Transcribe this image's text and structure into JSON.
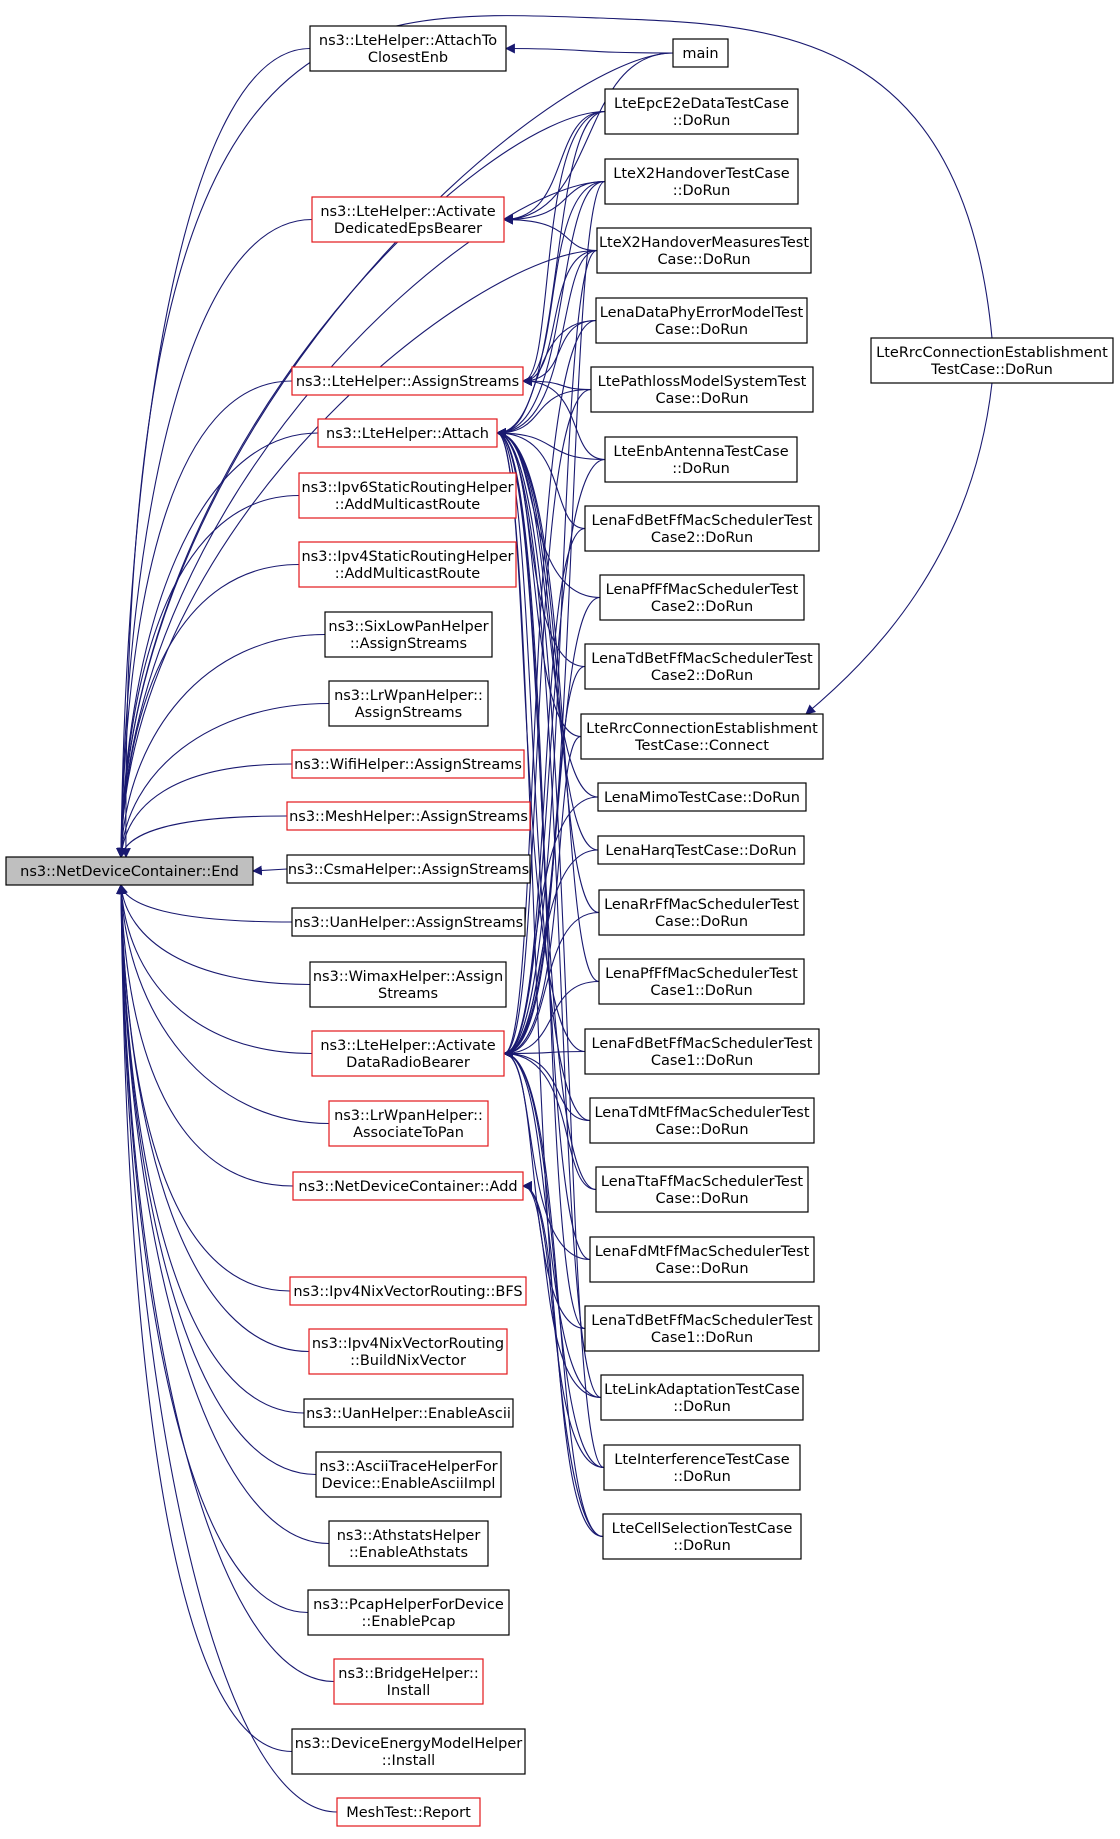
{
  "graph": {
    "nodes": [
      {
        "id": "n00",
        "lines": [
          "ns3::NetDeviceContainer::End"
        ],
        "style": "gray"
      },
      {
        "id": "n01",
        "lines": [
          "ns3::LteHelper::AttachTo",
          "ClosestEnb"
        ],
        "style": "black"
      },
      {
        "id": "n02",
        "lines": [
          "ns3::LteHelper::Activate",
          "DedicatedEpsBearer"
        ],
        "style": "red"
      },
      {
        "id": "n03",
        "lines": [
          "ns3::LteHelper::AssignStreams"
        ],
        "style": "red"
      },
      {
        "id": "n04",
        "lines": [
          "ns3::LteHelper::Attach"
        ],
        "style": "red"
      },
      {
        "id": "n05",
        "lines": [
          "ns3::Ipv6StaticRoutingHelper",
          "::AddMulticastRoute"
        ],
        "style": "red"
      },
      {
        "id": "n06",
        "lines": [
          "ns3::Ipv4StaticRoutingHelper",
          "::AddMulticastRoute"
        ],
        "style": "red"
      },
      {
        "id": "n07",
        "lines": [
          "ns3::SixLowPanHelper",
          "::AssignStreams"
        ],
        "style": "black"
      },
      {
        "id": "n08",
        "lines": [
          "ns3::LrWpanHelper::",
          "AssignStreams"
        ],
        "style": "black"
      },
      {
        "id": "n09",
        "lines": [
          "ns3::WifiHelper::AssignStreams"
        ],
        "style": "red"
      },
      {
        "id": "n10",
        "lines": [
          "ns3::MeshHelper::AssignStreams"
        ],
        "style": "red"
      },
      {
        "id": "n11",
        "lines": [
          "ns3::CsmaHelper::AssignStreams"
        ],
        "style": "black"
      },
      {
        "id": "n12",
        "lines": [
          "ns3::UanHelper::AssignStreams"
        ],
        "style": "black"
      },
      {
        "id": "n13",
        "lines": [
          "ns3::WimaxHelper::Assign",
          "Streams"
        ],
        "style": "black"
      },
      {
        "id": "n14",
        "lines": [
          "ns3::LteHelper::Activate",
          "DataRadioBearer"
        ],
        "style": "red"
      },
      {
        "id": "n15",
        "lines": [
          "ns3::LrWpanHelper::",
          "AssociateToPan"
        ],
        "style": "red"
      },
      {
        "id": "n16",
        "lines": [
          "ns3::NetDeviceContainer::Add"
        ],
        "style": "red"
      },
      {
        "id": "n17",
        "lines": [
          "ns3::Ipv4NixVectorRouting::BFS"
        ],
        "style": "red"
      },
      {
        "id": "n18",
        "lines": [
          "ns3::Ipv4NixVectorRouting",
          "::BuildNixVector"
        ],
        "style": "red"
      },
      {
        "id": "n19",
        "lines": [
          "ns3::UanHelper::EnableAscii"
        ],
        "style": "black"
      },
      {
        "id": "n20",
        "lines": [
          "ns3::AsciiTraceHelperFor",
          "Device::EnableAsciiImpl"
        ],
        "style": "black"
      },
      {
        "id": "n21",
        "lines": [
          "ns3::AthstatsHelper",
          "::EnableAthstats"
        ],
        "style": "black"
      },
      {
        "id": "n22",
        "lines": [
          "ns3::PcapHelperForDevice",
          "::EnablePcap"
        ],
        "style": "black"
      },
      {
        "id": "n23",
        "lines": [
          "ns3::BridgeHelper::",
          "Install"
        ],
        "style": "red"
      },
      {
        "id": "n24",
        "lines": [
          "ns3::DeviceEnergyModelHelper",
          "::Install"
        ],
        "style": "black"
      },
      {
        "id": "n25",
        "lines": [
          "MeshTest::Report"
        ],
        "style": "red"
      },
      {
        "id": "t00",
        "lines": [
          "main"
        ],
        "style": "black"
      },
      {
        "id": "t01",
        "lines": [
          "LteEpcE2eDataTestCase",
          "::DoRun"
        ],
        "style": "black"
      },
      {
        "id": "t02",
        "lines": [
          "LteX2HandoverTestCase",
          "::DoRun"
        ],
        "style": "black"
      },
      {
        "id": "t03",
        "lines": [
          "LteX2HandoverMeasuresTest",
          "Case::DoRun"
        ],
        "style": "black"
      },
      {
        "id": "t04",
        "lines": [
          "LenaDataPhyErrorModelTest",
          "Case::DoRun"
        ],
        "style": "black"
      },
      {
        "id": "t05",
        "lines": [
          "LtePathlossModelSystemTest",
          "Case::DoRun"
        ],
        "style": "black"
      },
      {
        "id": "t06",
        "lines": [
          "LteEnbAntennaTestCase",
          "::DoRun"
        ],
        "style": "black"
      },
      {
        "id": "t07",
        "lines": [
          "LenaFdBetFfMacSchedulerTest",
          "Case2::DoRun"
        ],
        "style": "black"
      },
      {
        "id": "t08",
        "lines": [
          "LenaPfFfMacSchedulerTest",
          "Case2::DoRun"
        ],
        "style": "black"
      },
      {
        "id": "t09",
        "lines": [
          "LenaTdBetFfMacSchedulerTest",
          "Case2::DoRun"
        ],
        "style": "black"
      },
      {
        "id": "t10",
        "lines": [
          "LteRrcConnectionEstablishment",
          "TestCase::Connect"
        ],
        "style": "black"
      },
      {
        "id": "t11",
        "lines": [
          "LenaMimoTestCase::DoRun"
        ],
        "style": "black"
      },
      {
        "id": "t12",
        "lines": [
          "LenaHarqTestCase::DoRun"
        ],
        "style": "black"
      },
      {
        "id": "t13",
        "lines": [
          "LenaRrFfMacSchedulerTest",
          "Case::DoRun"
        ],
        "style": "black"
      },
      {
        "id": "t14",
        "lines": [
          "LenaPfFfMacSchedulerTest",
          "Case1::DoRun"
        ],
        "style": "black"
      },
      {
        "id": "t15",
        "lines": [
          "LenaFdBetFfMacSchedulerTest",
          "Case1::DoRun"
        ],
        "style": "black"
      },
      {
        "id": "t16",
        "lines": [
          "LenaTdMtFfMacSchedulerTest",
          "Case::DoRun"
        ],
        "style": "black"
      },
      {
        "id": "t17",
        "lines": [
          "LenaTtaFfMacSchedulerTest",
          "Case::DoRun"
        ],
        "style": "black"
      },
      {
        "id": "t18",
        "lines": [
          "LenaFdMtFfMacSchedulerTest",
          "Case::DoRun"
        ],
        "style": "black"
      },
      {
        "id": "t19",
        "lines": [
          "LenaTdBetFfMacSchedulerTest",
          "Case1::DoRun"
        ],
        "style": "black"
      },
      {
        "id": "t20",
        "lines": [
          "LteLinkAdaptationTestCase",
          "::DoRun"
        ],
        "style": "black"
      },
      {
        "id": "t21",
        "lines": [
          "LteInterferenceTestCase",
          "::DoRun"
        ],
        "style": "black"
      },
      {
        "id": "t22",
        "lines": [
          "LteCellSelectionTestCase",
          "::DoRun"
        ],
        "style": "black"
      },
      {
        "id": "r00",
        "lines": [
          "LteRrcConnectionEstablishment",
          "TestCase::DoRun"
        ],
        "style": "black"
      }
    ],
    "edges": [
      [
        "n01",
        "n00"
      ],
      [
        "n02",
        "n00"
      ],
      [
        "n03",
        "n00"
      ],
      [
        "n04",
        "n00"
      ],
      [
        "n05",
        "n00"
      ],
      [
        "n06",
        "n00"
      ],
      [
        "n07",
        "n00"
      ],
      [
        "n08",
        "n00"
      ],
      [
        "n09",
        "n00"
      ],
      [
        "n10",
        "n00"
      ],
      [
        "n11",
        "n00"
      ],
      [
        "n12",
        "n00"
      ],
      [
        "n13",
        "n00"
      ],
      [
        "n14",
        "n00"
      ],
      [
        "n15",
        "n00"
      ],
      [
        "n16",
        "n00"
      ],
      [
        "n17",
        "n00"
      ],
      [
        "n18",
        "n00"
      ],
      [
        "n19",
        "n00"
      ],
      [
        "n20",
        "n00"
      ],
      [
        "n21",
        "n00"
      ],
      [
        "n22",
        "n00"
      ],
      [
        "n23",
        "n00"
      ],
      [
        "n24",
        "n00"
      ],
      [
        "n25",
        "n00"
      ],
      [
        "t00",
        "n00"
      ],
      [
        "t01",
        "n00"
      ],
      [
        "t02",
        "n00"
      ],
      [
        "t03",
        "n00"
      ],
      [
        "r00",
        "n00"
      ],
      [
        "t00",
        "n01"
      ],
      [
        "t00",
        "n02"
      ],
      [
        "t01",
        "n02"
      ],
      [
        "t02",
        "n02"
      ],
      [
        "t03",
        "n02"
      ],
      [
        "t01",
        "n03"
      ],
      [
        "t02",
        "n03"
      ],
      [
        "t03",
        "n03"
      ],
      [
        "t04",
        "n03"
      ],
      [
        "t05",
        "n03"
      ],
      [
        "t06",
        "n03"
      ],
      [
        "t07",
        "n04"
      ],
      [
        "t08",
        "n04"
      ],
      [
        "t09",
        "n04"
      ],
      [
        "t10",
        "n04"
      ],
      [
        "t11",
        "n04"
      ],
      [
        "t12",
        "n04"
      ],
      [
        "t13",
        "n04"
      ],
      [
        "t14",
        "n04"
      ],
      [
        "t15",
        "n04"
      ],
      [
        "t16",
        "n04"
      ],
      [
        "t17",
        "n04"
      ],
      [
        "t18",
        "n04"
      ],
      [
        "t19",
        "n04"
      ],
      [
        "t20",
        "n04"
      ],
      [
        "t21",
        "n04"
      ],
      [
        "t22",
        "n04"
      ],
      [
        "t04",
        "n04"
      ],
      [
        "t05",
        "n04"
      ],
      [
        "t06",
        "n04"
      ],
      [
        "t01",
        "n04"
      ],
      [
        "t02",
        "n04"
      ],
      [
        "t03",
        "n04"
      ],
      [
        "t04",
        "n14"
      ],
      [
        "t05",
        "n14"
      ],
      [
        "t06",
        "n14"
      ],
      [
        "t07",
        "n14"
      ],
      [
        "t08",
        "n14"
      ],
      [
        "t09",
        "n14"
      ],
      [
        "t10",
        "n14"
      ],
      [
        "t11",
        "n14"
      ],
      [
        "t12",
        "n14"
      ],
      [
        "t13",
        "n14"
      ],
      [
        "t14",
        "n14"
      ],
      [
        "t15",
        "n14"
      ],
      [
        "t16",
        "n14"
      ],
      [
        "t17",
        "n14"
      ],
      [
        "t18",
        "n14"
      ],
      [
        "t19",
        "n14"
      ],
      [
        "t20",
        "n14"
      ],
      [
        "t21",
        "n14"
      ],
      [
        "t22",
        "n14"
      ],
      [
        "t03",
        "n14"
      ],
      [
        "t02",
        "n14"
      ],
      [
        "t20",
        "n16"
      ],
      [
        "t21",
        "n16"
      ],
      [
        "t22",
        "n16"
      ],
      [
        "r00",
        "t10"
      ]
    ]
  }
}
